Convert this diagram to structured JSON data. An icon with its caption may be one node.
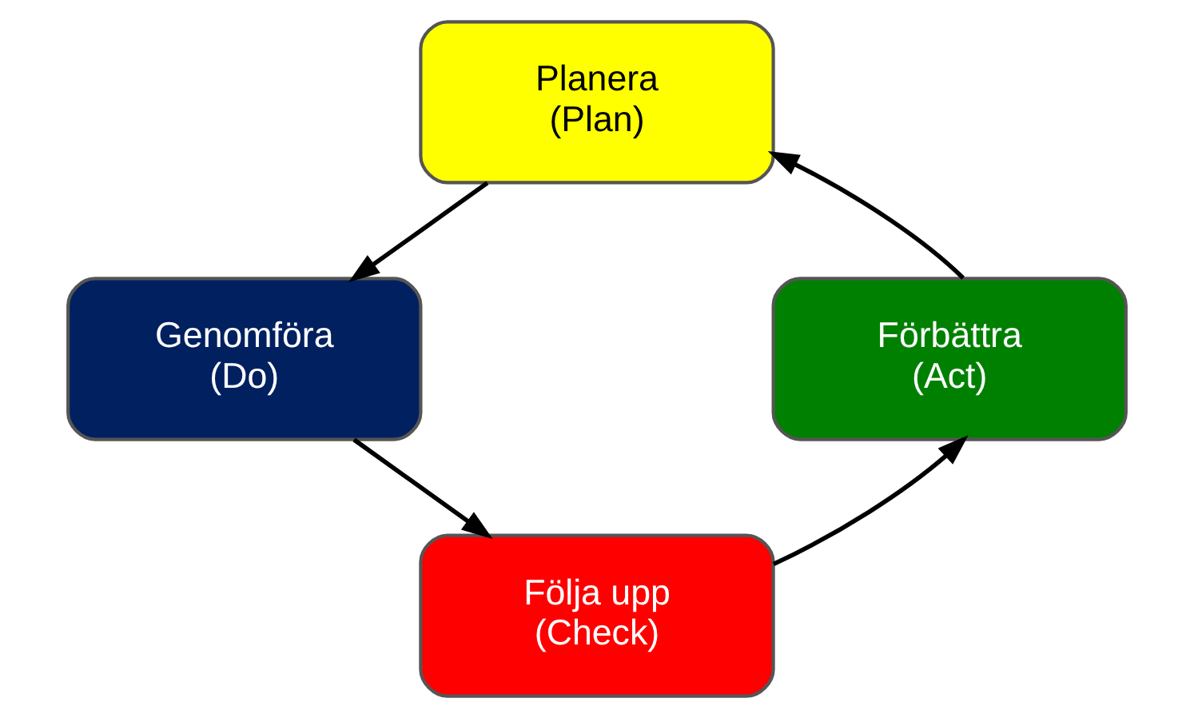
{
  "diagram": {
    "nodes": [
      {
        "text": [
          "Planera",
          "(Plan)"
        ]
      },
      {
        "text": [
          "Genomföra",
          "(Do)"
        ]
      },
      {
        "text": [
          "Följa upp",
          "(Check)"
        ]
      },
      {
        "text": [
          "Förbättra",
          "(Act)"
        ]
      }
    ],
    "edges": [
      {
        "from": 0,
        "to": 1,
        "arrow": "to"
      },
      {
        "from": 1,
        "to": 2,
        "arrow": "to"
      },
      {
        "from": 2,
        "to": 3,
        "arrow": "to"
      },
      {
        "from": 3,
        "to": 0,
        "arrow": "to"
      }
    ]
  }
}
